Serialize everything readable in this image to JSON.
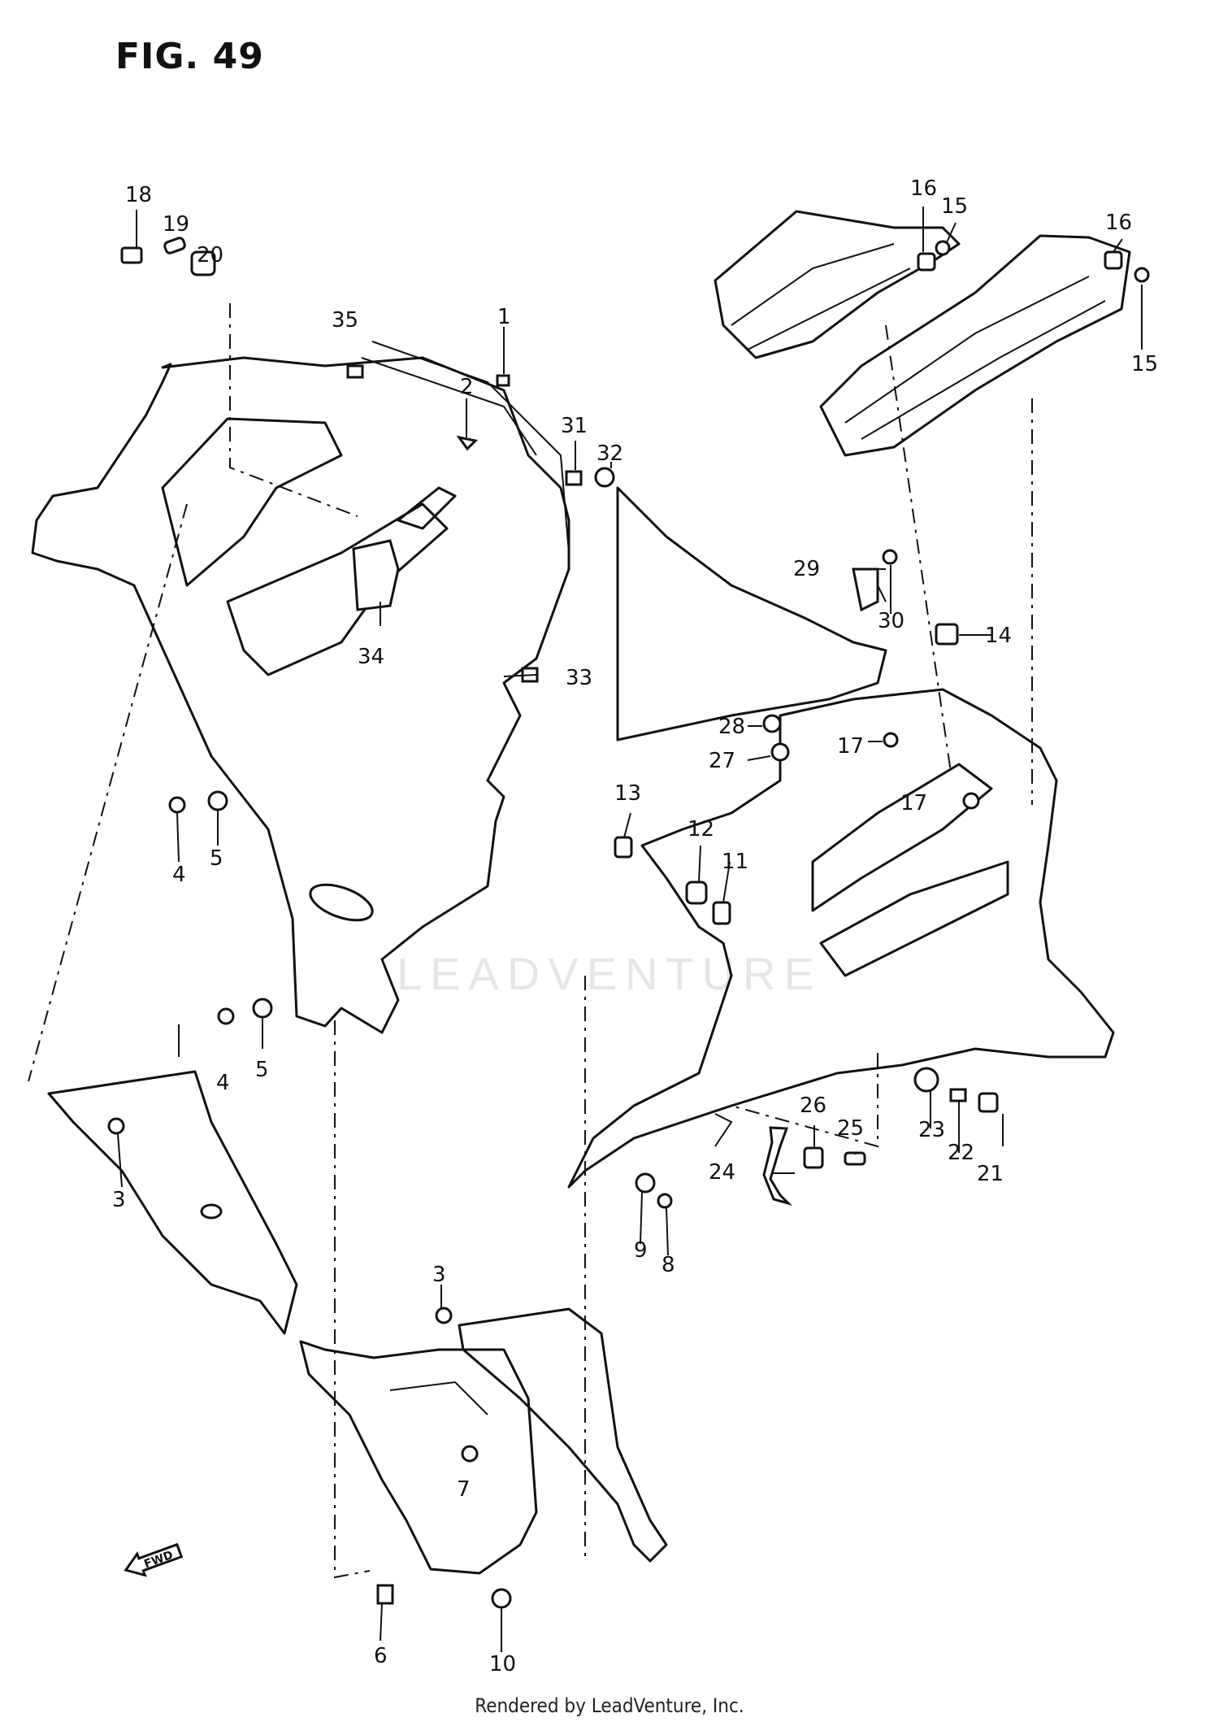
{
  "figure": {
    "title": "FIG. 49"
  },
  "footer": {
    "credit": "Rendered by LeadVenture, Inc."
  },
  "watermark": {
    "text": "LEADVENTURE"
  },
  "callouts": [
    {
      "id": "c1",
      "label": "1"
    },
    {
      "id": "c2",
      "label": "2"
    },
    {
      "id": "c3a",
      "label": "3"
    },
    {
      "id": "c3b",
      "label": "3"
    },
    {
      "id": "c4a",
      "label": "4"
    },
    {
      "id": "c4b",
      "label": "4"
    },
    {
      "id": "c5a",
      "label": "5"
    },
    {
      "id": "c5b",
      "label": "5"
    },
    {
      "id": "c6",
      "label": "6"
    },
    {
      "id": "c7",
      "label": "7"
    },
    {
      "id": "c8",
      "label": "8"
    },
    {
      "id": "c9",
      "label": "9"
    },
    {
      "id": "c10",
      "label": "10"
    },
    {
      "id": "c11",
      "label": "11"
    },
    {
      "id": "c12",
      "label": "12"
    },
    {
      "id": "c13",
      "label": "13"
    },
    {
      "id": "c14",
      "label": "14"
    },
    {
      "id": "c15a",
      "label": "15"
    },
    {
      "id": "c15b",
      "label": "15"
    },
    {
      "id": "c16a",
      "label": "16"
    },
    {
      "id": "c16b",
      "label": "16"
    },
    {
      "id": "c17a",
      "label": "17"
    },
    {
      "id": "c17b",
      "label": "17"
    },
    {
      "id": "c18",
      "label": "18"
    },
    {
      "id": "c19",
      "label": "19"
    },
    {
      "id": "c20",
      "label": "20"
    },
    {
      "id": "c21",
      "label": "21"
    },
    {
      "id": "c22",
      "label": "22"
    },
    {
      "id": "c23",
      "label": "23"
    },
    {
      "id": "c24",
      "label": "24"
    },
    {
      "id": "c25",
      "label": "25"
    },
    {
      "id": "c26",
      "label": "26"
    },
    {
      "id": "c27",
      "label": "27"
    },
    {
      "id": "c28",
      "label": "28"
    },
    {
      "id": "c29",
      "label": "29"
    },
    {
      "id": "c30",
      "label": "30"
    },
    {
      "id": "c31",
      "label": "31"
    },
    {
      "id": "c32",
      "label": "32"
    },
    {
      "id": "c33",
      "label": "33"
    },
    {
      "id": "c34",
      "label": "34"
    },
    {
      "id": "c35",
      "label": "35"
    }
  ],
  "fwd_arrow": {
    "label": "FWD"
  }
}
